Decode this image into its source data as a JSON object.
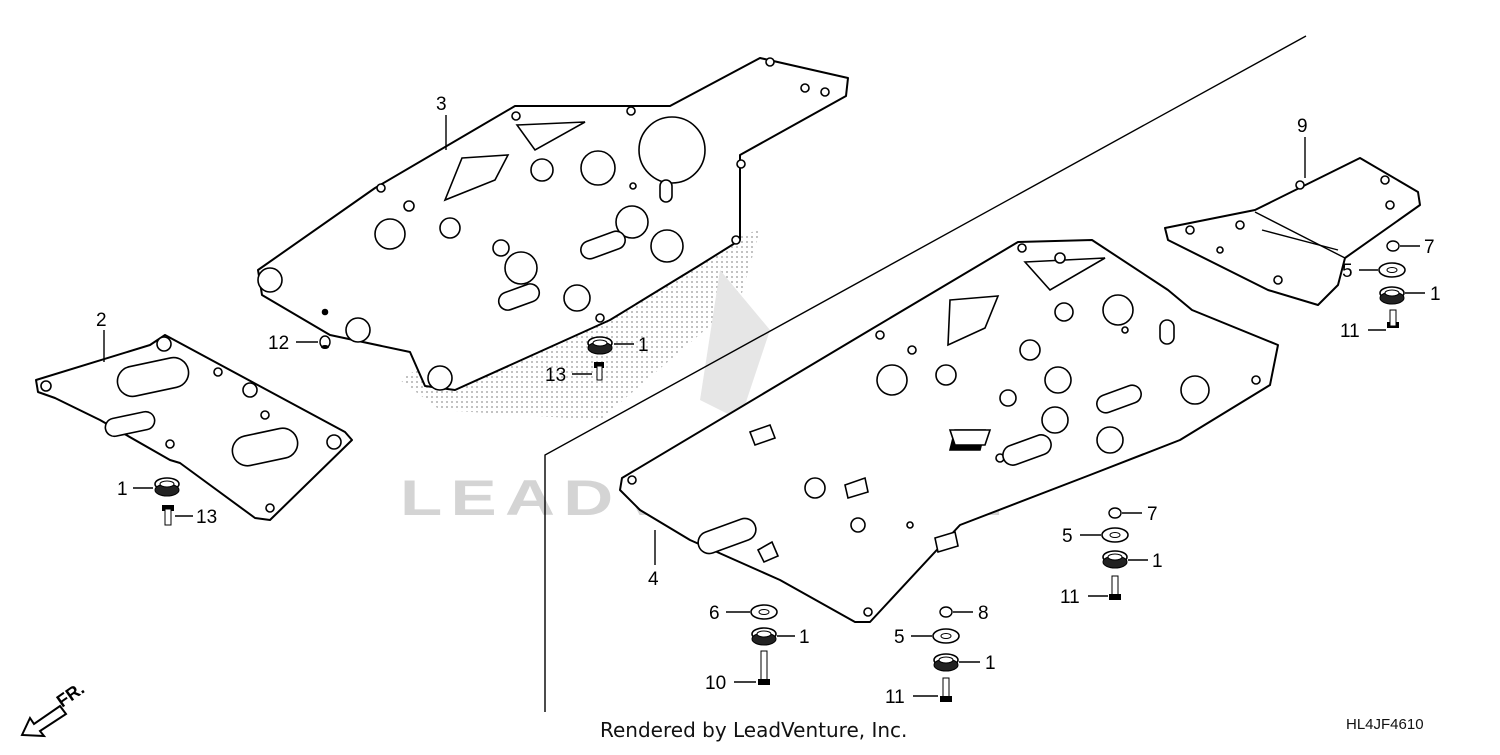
{
  "diagram": {
    "callouts": {
      "p1_a": "1",
      "p1_b": "1",
      "p1_c": "1",
      "p1_d": "1",
      "p1_e": "1",
      "p1_f": "1",
      "p2": "2",
      "p3": "3",
      "p4": "4",
      "p5_a": "5",
      "p5_b": "5",
      "p5_c": "5",
      "p6": "6",
      "p7_a": "7",
      "p7_b": "7",
      "p8": "8",
      "p9": "9",
      "p10": "10",
      "p11_a": "11",
      "p11_b": "11",
      "p11_c": "11",
      "p12": "12",
      "p13_a": "13",
      "p13_b": "13"
    },
    "direction_label": "FR.",
    "watermark": "LEADVENTURE",
    "footer_text": "Rendered by LeadVenture, Inc.",
    "diagram_code": "HL4JF4610"
  }
}
